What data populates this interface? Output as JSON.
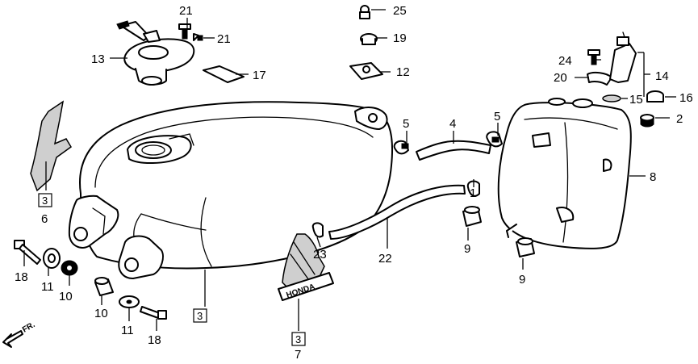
{
  "callouts": [
    "21",
    "21",
    "25",
    "19",
    "12",
    "13",
    "17",
    "24",
    "20",
    "14",
    "15",
    "16",
    "2",
    "5",
    "5",
    "4",
    "1",
    "8",
    "9",
    "9",
    "22",
    "23",
    "6",
    "18",
    "11",
    "10",
    "10",
    "11",
    "18",
    "7"
  ],
  "boxed": [
    "3",
    "3",
    "3"
  ],
  "direction": "FR.",
  "emblem": "HONDA",
  "colors": {
    "ink": "#000000",
    "paper": "#ffffff"
  }
}
